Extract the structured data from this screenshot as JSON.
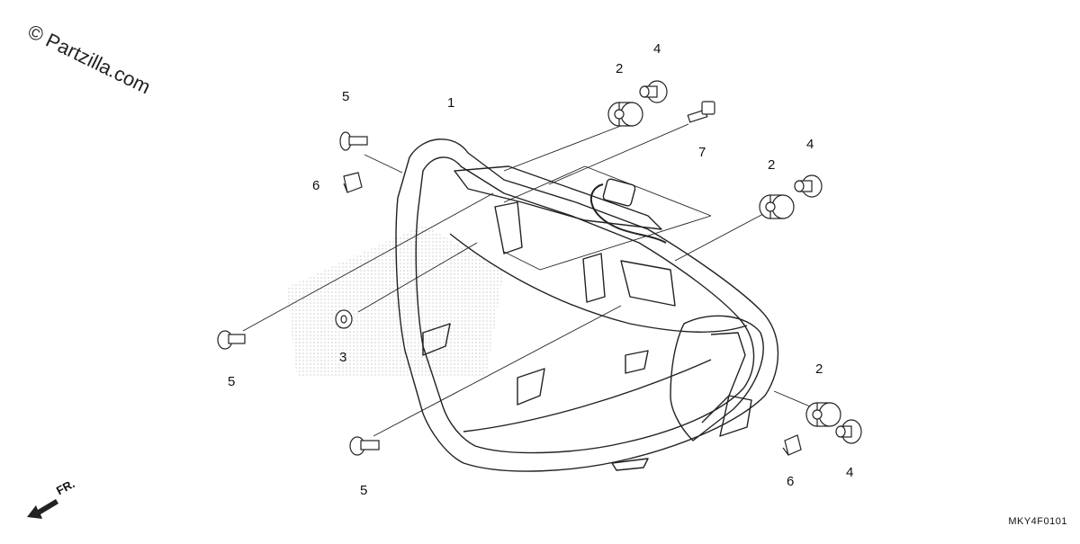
{
  "watermark": "© Partzilla.com",
  "diagram_code": "MKY4F0101",
  "front_indicator": {
    "label": "FR.",
    "icon": "front-direction-arrow-icon"
  },
  "callouts": {
    "c1": "1",
    "c2a": "2",
    "c2b": "2",
    "c2c": "2",
    "c3": "3",
    "c4a": "4",
    "c4b": "4",
    "c4c": "4",
    "c5a": "5",
    "c5b": "5",
    "c5c": "5",
    "c6a": "6",
    "c6b": "6",
    "c7": "7"
  },
  "colors": {
    "line": "#222222",
    "shade": "#bdbdbd"
  }
}
